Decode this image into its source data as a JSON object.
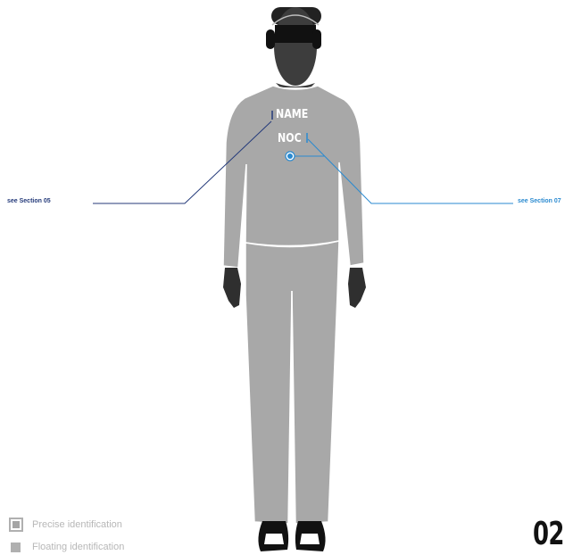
{
  "references": {
    "left_label": "see Section 05",
    "right_label": "see Section 07",
    "left_color": "#243a7a",
    "right_color": "#2a8ad0"
  },
  "figure": {
    "name_text": "NAME",
    "noc_text": "NOC",
    "garment_color": "#a8a8a8",
    "skin_color": "#3a3a3a"
  },
  "legend": {
    "precise_label": "Precise identification",
    "floating_label": "Floating identification"
  },
  "page_number": "02"
}
